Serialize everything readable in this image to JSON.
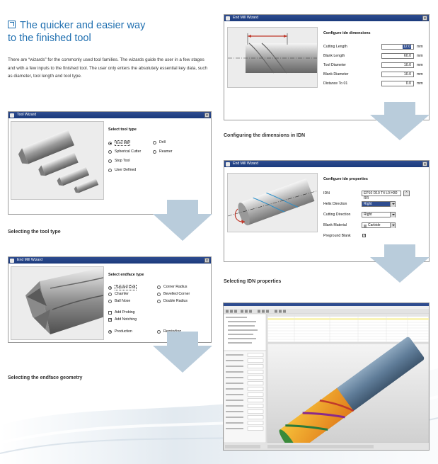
{
  "headline": {
    "line1": "The quicker and easier way",
    "line2": "to the finished tool"
  },
  "intro": "There are “wizards” for the commonly used tool families. The wizards guide the user in a few stages and with a few inputs to the finished tool. The user only enters the absolutely essential key data, such as diameter, tool length and tool type.",
  "tool_wizard": {
    "title": "Tool Wizard",
    "close": "x",
    "heading": "Select tool type",
    "options": [
      "End Mill",
      "Spherical Cutter",
      "Stop Tool",
      "User Defined",
      "Drill",
      "Reamer"
    ],
    "selected": "End Mill",
    "caption": "Selecting the tool type"
  },
  "endface_wizard": {
    "title": "End Mill Wizard",
    "close": "x",
    "heading": "Select endface type",
    "options": [
      "Square End",
      "Chamfer",
      "Ball Nose",
      "Corner Radius",
      "Bevelled Corner",
      "Double Radius"
    ],
    "selected": "Square End",
    "checkboxes": [
      {
        "label": "Add Probing",
        "checked": false
      },
      {
        "label": "Add Notching",
        "checked": true
      }
    ],
    "mode_options": [
      "Production",
      "Regrinding"
    ],
    "mode_selected": "Production",
    "caption": "Selecting the endface geometry"
  },
  "dimensions_wizard": {
    "title": "End Mill Wizard",
    "close": "x",
    "heading": "Configure idn dimensions",
    "fields": [
      {
        "label": "Cutting Length",
        "value": "12.0",
        "unit": "mm",
        "highlighted": true
      },
      {
        "label": "Blank Length",
        "value": "60.0",
        "unit": "mm",
        "highlighted": false
      },
      {
        "label": "Tool Diameter",
        "value": "10.0",
        "unit": "mm",
        "highlighted": false
      },
      {
        "label": "Blank Diameter",
        "value": "10.0",
        "unit": "mm",
        "highlighted": false
      },
      {
        "label": "Distance To 01",
        "value": "0.0",
        "unit": "mm",
        "highlighted": false
      }
    ],
    "caption": "Configuring the dimensions in IDN"
  },
  "properties_wizard": {
    "title": "End Mill Wizard",
    "close": "x",
    "heading": "Configure idn properties",
    "idn_label": "IDN",
    "idn_value": "EP10 D10 T4 L0 H30 RR",
    "helix_label": "Helix Direction",
    "helix_value": "Right",
    "cutting_label": "Cutting Direction",
    "cutting_value": "Right",
    "material_label": "Blank Material",
    "material_value": "Carbide",
    "preground_label": "Preground Blank",
    "preground_checked": true,
    "caption": "Selecting IDN properties"
  },
  "colors": {
    "accent": "#1f6fb0",
    "titlebar": "#1b3a7c",
    "arrow": "#b9ccdb"
  }
}
